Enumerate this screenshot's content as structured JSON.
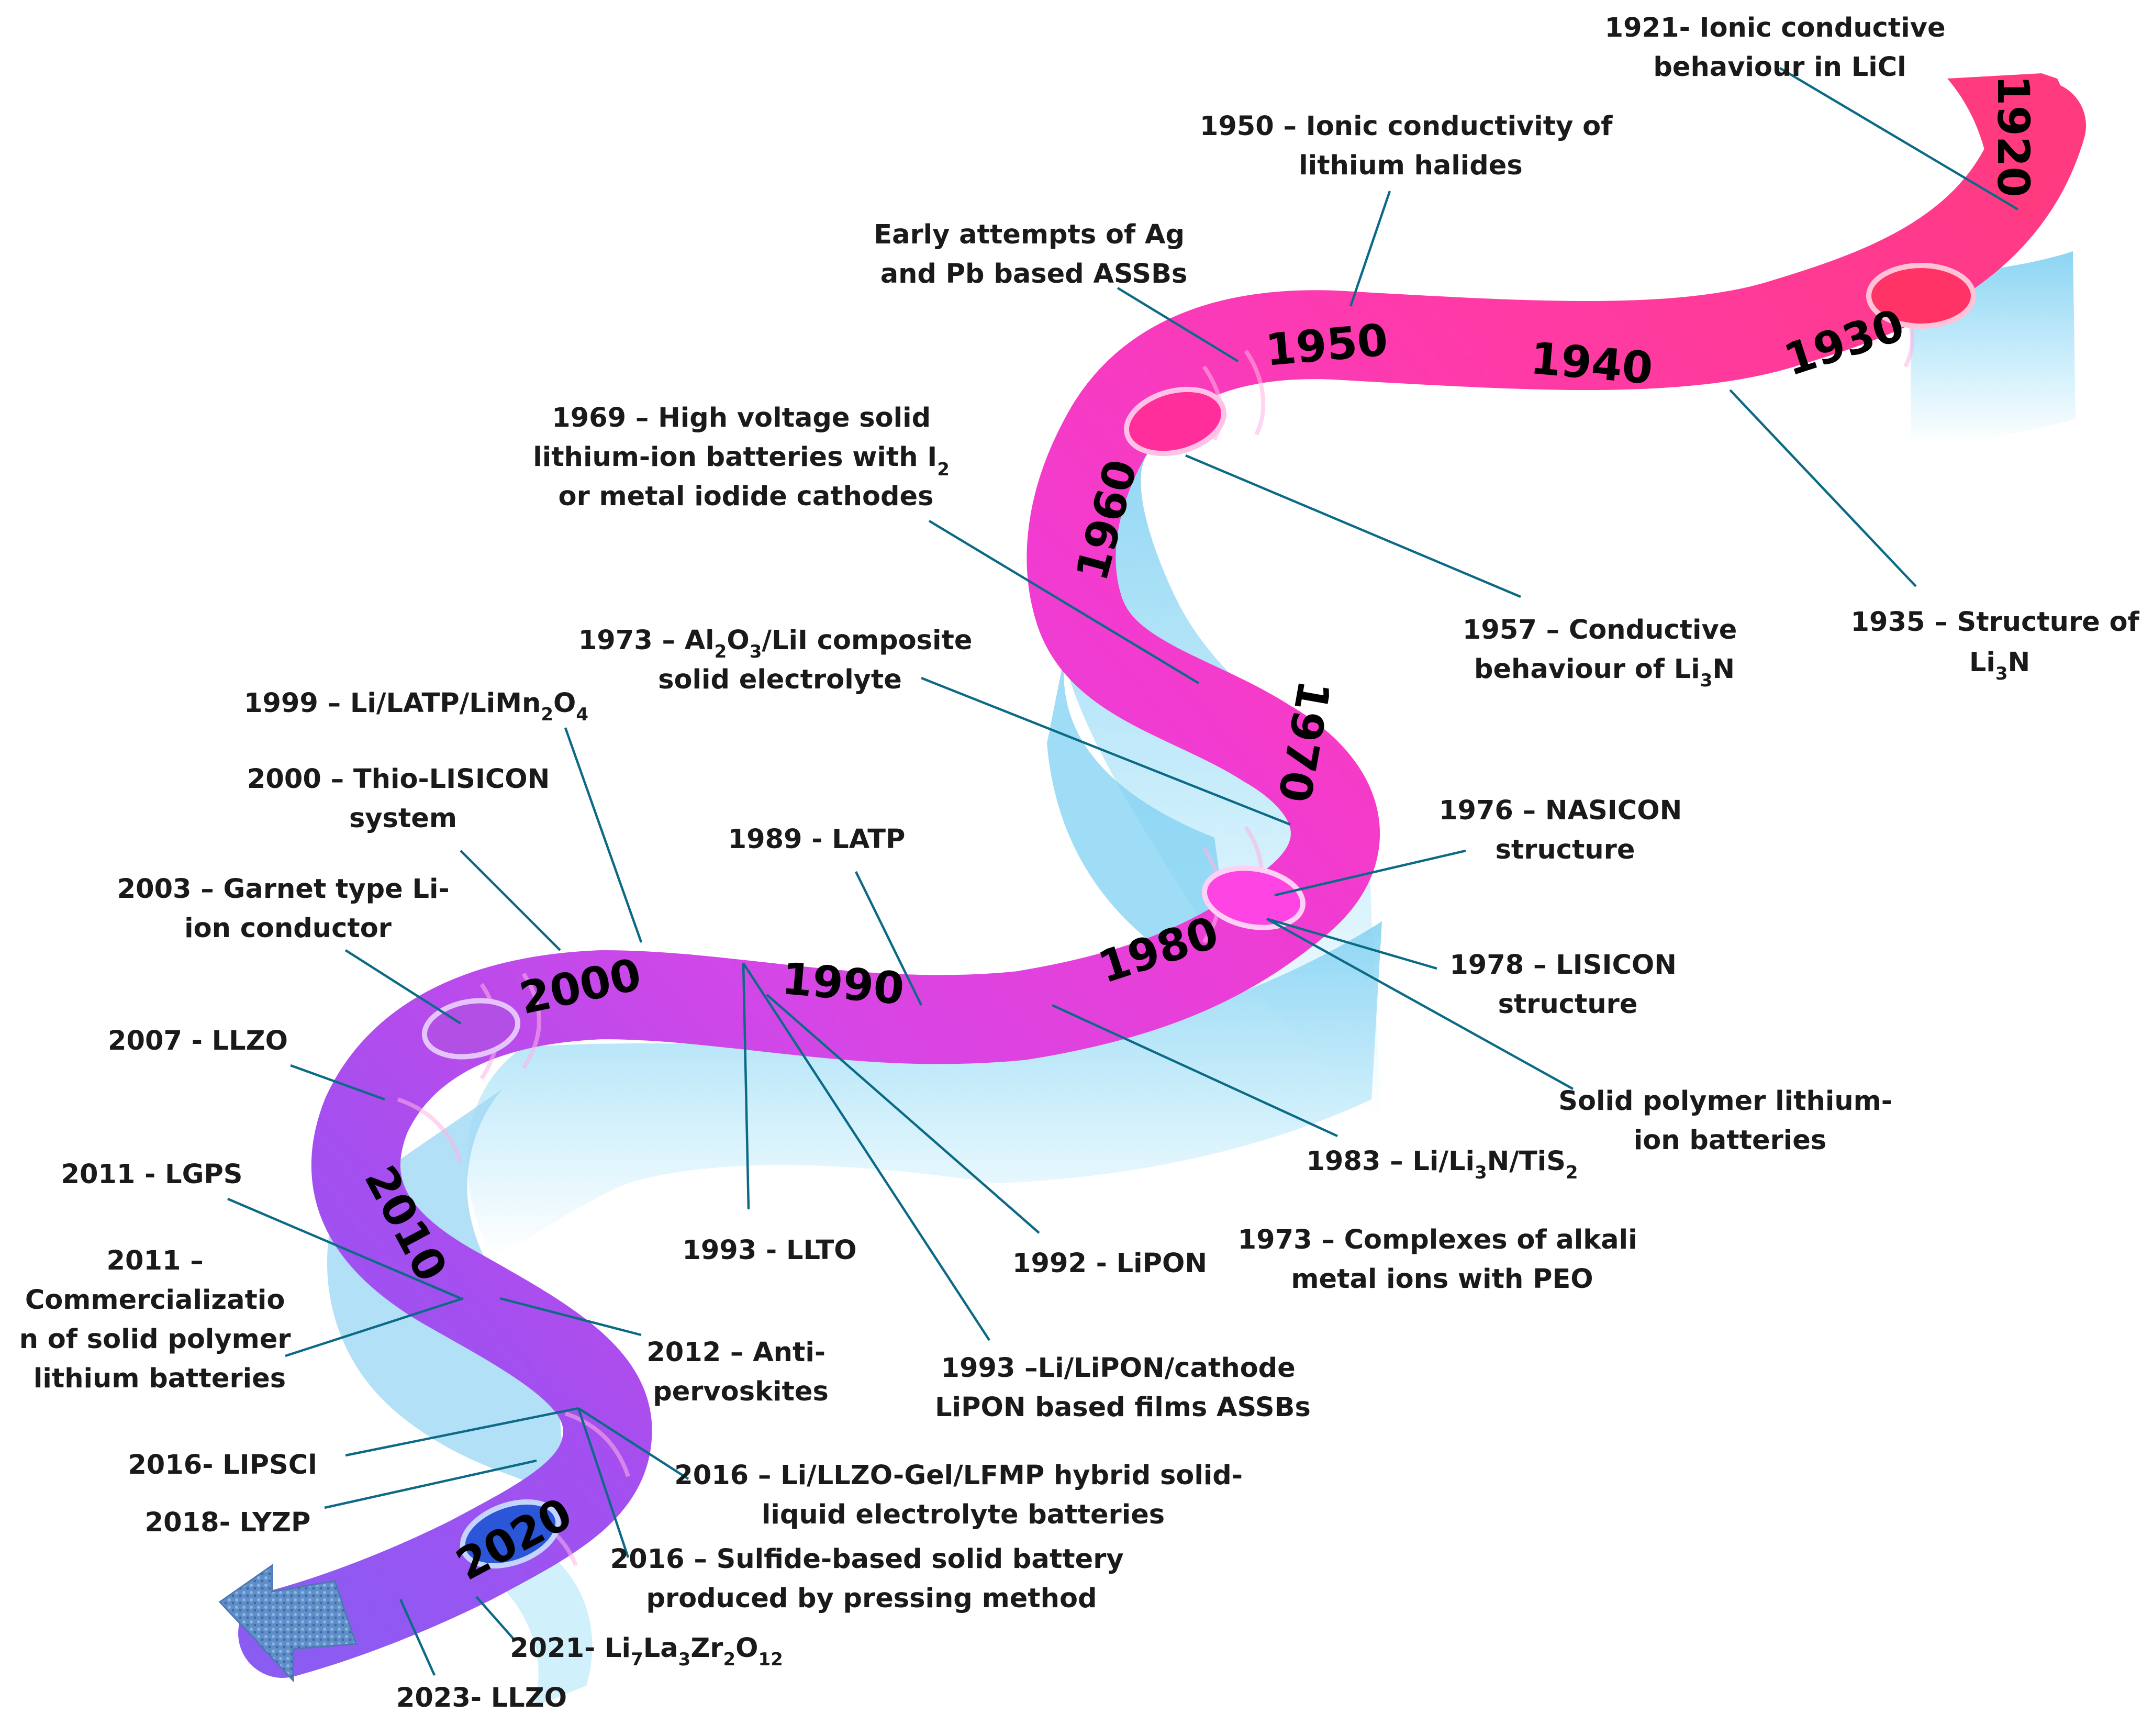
{
  "decades": [
    "1920",
    "1930",
    "1940",
    "1950",
    "1960",
    "1970",
    "1980",
    "1990",
    "2000",
    "2010",
    "2020"
  ],
  "events": {
    "e1921": [
      "1921- Ionic conductive",
      "behaviour in LiCl"
    ],
    "e1950": [
      "1950 – Ionic conductivity of",
      "lithium halides"
    ],
    "eAg": [
      "Early attempts of Ag",
      "and Pb based ASSBs"
    ],
    "e1969": [
      "1969 – High voltage solid",
      "lithium-ion batteries with I",
      "2",
      "or metal iodide cathodes"
    ],
    "e1957": [
      "1957 – Conductive",
      "behaviour of Li",
      "3",
      "N"
    ],
    "e1935": [
      "1935 – Structure of",
      "Li",
      "3",
      "N"
    ],
    "e1973a": [
      "1973 – Al",
      "2",
      "O",
      "3",
      "/LiI composite",
      "solid electrolyte"
    ],
    "e1999": [
      "1999 – Li/LATP/LiMn",
      "2",
      "O",
      "4"
    ],
    "e2000": [
      "2000 – Thio-LISICON",
      "system"
    ],
    "e1989": [
      "1989 - LATP"
    ],
    "e1976": [
      "1976 – NASICON",
      "structure"
    ],
    "e2003": [
      "2003 – Garnet type Li-",
      "ion conductor"
    ],
    "e1978": [
      "1978 – LISICON",
      "structure"
    ],
    "e2007": [
      "2007 - LLZO"
    ],
    "eSPLB": [
      "Solid polymer lithium-",
      "ion batteries"
    ],
    "e1983": [
      "1983 – Li/Li",
      "3",
      "N/TiS",
      "2"
    ],
    "e2011a": [
      "2011 - LGPS"
    ],
    "e1973b": [
      "1973 – Complexes of alkali",
      "metal ions with PEO"
    ],
    "e1993a": [
      "1993 - LLTO"
    ],
    "e1992": [
      "1992 - LiPON"
    ],
    "e2011b": [
      "2011 –",
      "Commercializatio",
      "n of solid polymer",
      "lithium batteries"
    ],
    "e2012": [
      "2012 – Anti-",
      "pervoskites"
    ],
    "e1993b": [
      "1993 –Li/LiPON/cathode",
      "LiPON based films ASSBs"
    ],
    "e2016a": [
      "2016- LIPSCl"
    ],
    "e2016b": [
      "2016 – Li/LLZO-Gel/LFMP hybrid solid-",
      "liquid electrolyte batteries"
    ],
    "e2018": [
      "2018- LYZP"
    ],
    "e2016c": [
      "2016 – Sulfide-based solid battery",
      "produced by pressing method"
    ],
    "e2021": [
      "2021- Li",
      "7",
      "La",
      "3",
      "Zr",
      "2",
      "O",
      "12"
    ],
    "e2023": [
      "2023- LLZO"
    ]
  },
  "colors": {
    "ribbon_pink": "#ff2e9a",
    "ribbon_magenta": "#e23bd8",
    "ribbon_purple": "#a24ff0",
    "wall_blue": "#9fd8f4",
    "leader": "#0b6a86"
  }
}
